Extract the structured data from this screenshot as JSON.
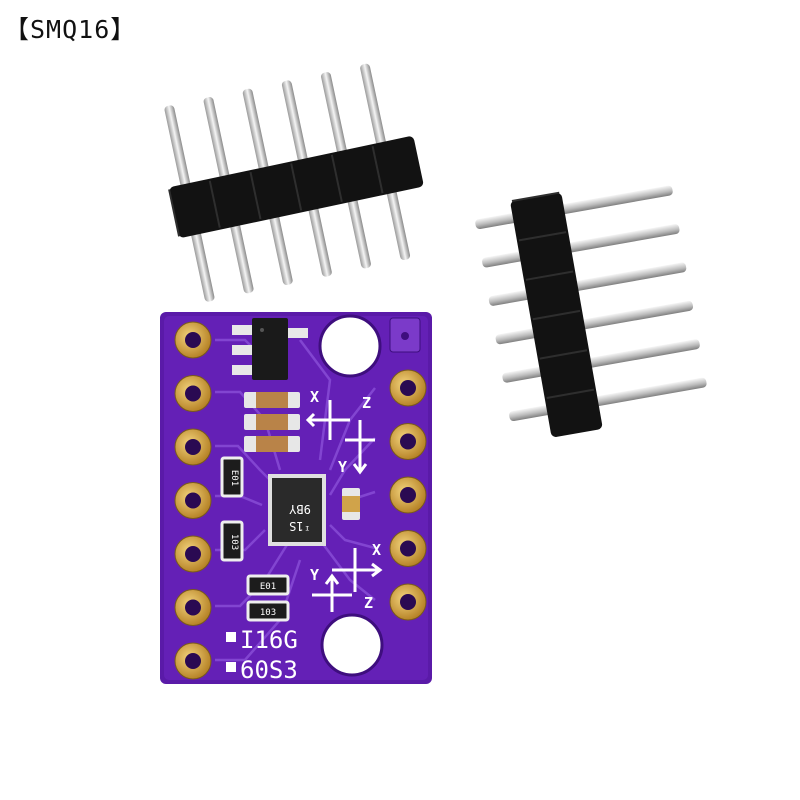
{
  "watermark": "【SMQ16】",
  "board": {
    "silkscreen_line1": "I16G",
    "silkscreen_line2": "60S3",
    "chip_marking_line1": "9BY",
    "chip_marking_line2": "ᴵ1S",
    "resistor_code_a": "E01",
    "resistor_code_b": "103",
    "resistor_code_c": "E01",
    "resistor_code_d": "103",
    "axis_x_top": "X",
    "axis_y_top": "Y",
    "axis_z_top": "Z",
    "axis_x_bottom": "X",
    "axis_y_bottom": "Y",
    "axis_z_bottom": "Z",
    "pcb_color": "#5a1aa8",
    "pad_color": "#d9a94a"
  }
}
